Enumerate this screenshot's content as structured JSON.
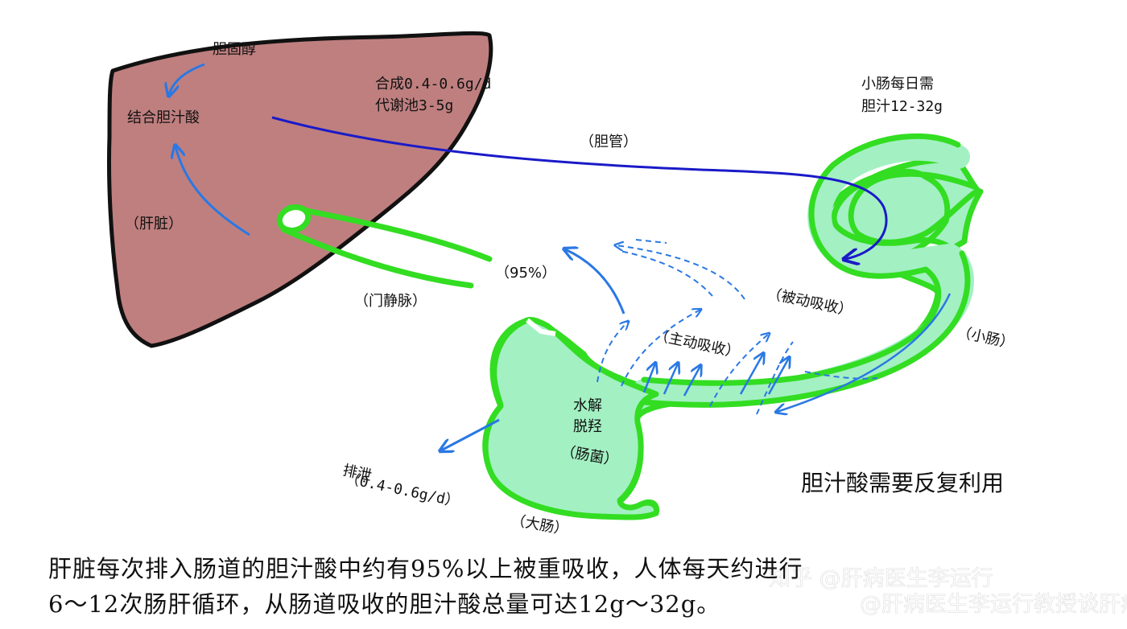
{
  "labels": {
    "cholesterol": "胆固醇",
    "conjugated_bile_acid": "结合胆汁酸",
    "synthesis_rate": "合成0.4-0.6g/d",
    "metabolic_pool": "代谢池3-5g",
    "liver": "（肝脏）",
    "bile_duct": "（胆管）",
    "portal_vein": "（门静脉）",
    "reabsorption_percent": "（95%）",
    "passive_absorption": "（被动吸收）",
    "active_absorption": "（主动吸收）",
    "small_intestine": "（小肠）",
    "small_intestine_need_line1": "小肠每日需",
    "small_intestine_need_line2": "胆汁12-32g",
    "hydrolysis_line1": "水解",
    "hydrolysis_line2": "脱羟",
    "gut_bacteria": "（肠菌）",
    "excretion": "排泄",
    "excretion_rate": "（0.4-0.6g/d）",
    "large_intestine": "（大肠）",
    "reuse_title": "胆汁酸需要反复利用"
  },
  "caption": {
    "line1": "肝脏每次排入肠道的胆汁酸中约有95%以上被重吸收，人体每天约进行",
    "line2": "6～12次肠肝循环，从肠道吸收的胆汁酸总量可达12g～32g。"
  },
  "watermark": {
    "text1": "知乎 @肝病医生李运行",
    "text2": "@肝病医生李运行教授谈肝病"
  },
  "colors": {
    "liver_fill": "#bf7f7f",
    "liver_outline": "#111111",
    "intestine_fill": "#a3f0c3",
    "intestine_outline": "#33dd22",
    "bile_duct_line": "#1a1ac8",
    "flow_arrow": "#2a78e4",
    "text": "#111111"
  }
}
